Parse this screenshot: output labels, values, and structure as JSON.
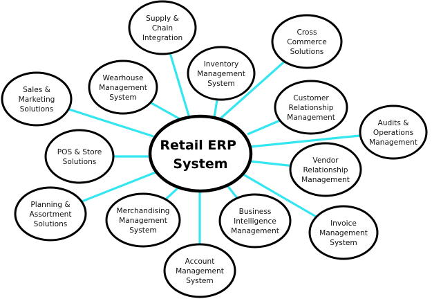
{
  "diagram": {
    "hub": {
      "lines": [
        "Retail ERP",
        "System"
      ]
    },
    "nodes": [
      {
        "id": "supply-chain-integration",
        "lines": [
          "Supply &",
          "Chain",
          "Integration"
        ]
      },
      {
        "id": "cross-commerce-solutions",
        "lines": [
          "Cross",
          "Commerce",
          "Solutions"
        ]
      },
      {
        "id": "inventory-management-system",
        "lines": [
          "Inventory",
          "Management",
          "System"
        ]
      },
      {
        "id": "wearhouse-management-system",
        "lines": [
          "Wearhouse",
          "Management",
          "System"
        ]
      },
      {
        "id": "sales-marketing-solutions",
        "lines": [
          "Sales &",
          "Marketing",
          "Solutions"
        ]
      },
      {
        "id": "customer-relationship-management",
        "lines": [
          "Customer",
          "Relationship",
          "Management"
        ]
      },
      {
        "id": "audits-operations-management",
        "lines": [
          "Audits &",
          "Operations",
          "Management"
        ]
      },
      {
        "id": "pos-store-solutions",
        "lines": [
          "POS & Store",
          "Solutions"
        ]
      },
      {
        "id": "vendor-relationship-management",
        "lines": [
          "Vendor",
          "Relationship",
          "Management"
        ]
      },
      {
        "id": "planning-assortment-solutions",
        "lines": [
          "Planning &",
          "Assortment",
          "Solutions"
        ]
      },
      {
        "id": "merchandising-management-system",
        "lines": [
          "Merchandising",
          "Management",
          "System"
        ]
      },
      {
        "id": "business-intelligence-management",
        "lines": [
          "Business",
          "Intelligence",
          "Management"
        ]
      },
      {
        "id": "invoice-management-system",
        "lines": [
          "Invoice",
          "Management",
          "System"
        ]
      },
      {
        "id": "account-management-system",
        "lines": [
          "Account",
          "Management",
          "System"
        ]
      }
    ],
    "colors": {
      "connector": "#33e6f0",
      "outline": "#000000",
      "fill": "#ffffff",
      "text": "#111111"
    }
  }
}
